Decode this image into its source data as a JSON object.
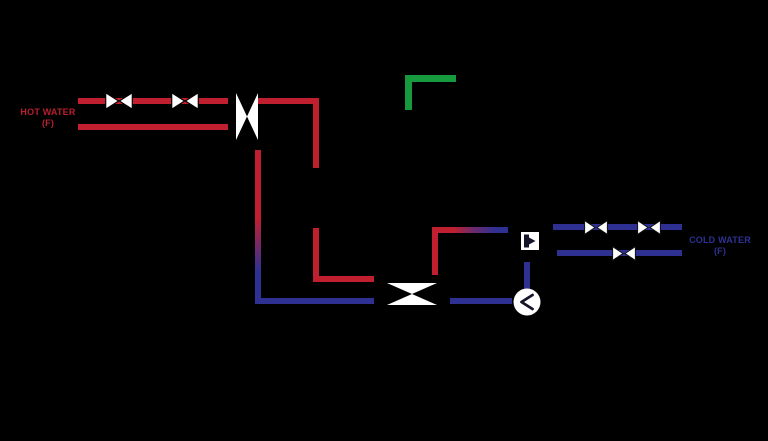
{
  "diagram": {
    "type": "piping-schematic",
    "labels": {
      "hot_water": {
        "line1": "HOT WATER",
        "line2": "(F)"
      },
      "cold_water": {
        "line1": "COLD WATER",
        "line2": "(F)"
      }
    },
    "colors": {
      "background": "#000000",
      "hot_line": "#c01f2f",
      "cold_line": "#2e3192",
      "green_line": "#169a3d",
      "valve_fill": "#ffffff",
      "symbol_dark": "#15152a"
    },
    "icons": [
      {
        "name": "gate-valve-icon",
        "shape": "bowtie",
        "count_hot": 2,
        "count_cold": 3
      },
      {
        "name": "inline-valve-icon",
        "shape": "vertical-bowtie"
      },
      {
        "name": "mixing-valve-icon",
        "shape": "hourglass"
      },
      {
        "name": "check-valve-icon",
        "shape": "square-with-flow-arrow"
      },
      {
        "name": "pump-icon",
        "shape": "circle-with-left-chevron"
      }
    ],
    "components": [
      "hot supply upper pipe with two gate valves",
      "hot supply lower pipe",
      "inline isolation valve",
      "hot riser loop with gap",
      "red-to-blue gradient return drop",
      "mixing valve",
      "circulator pump",
      "check valve",
      "cold supply upper pipe with two gate valves",
      "cold supply lower pipe with one gate valve",
      "green elbow stub"
    ]
  }
}
